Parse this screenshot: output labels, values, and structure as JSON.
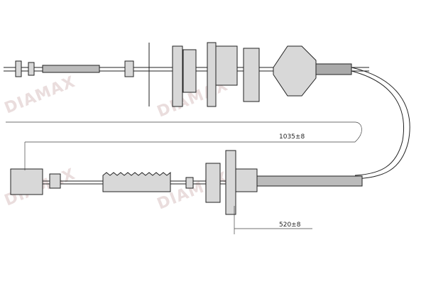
{
  "drawing": {
    "dimensions": [
      {
        "label": "1035±8"
      },
      {
        "label": "520±8"
      }
    ],
    "watermark": "DIAMAX",
    "colors": {
      "line": "#222222",
      "watermark": "#d9c3c3"
    }
  }
}
